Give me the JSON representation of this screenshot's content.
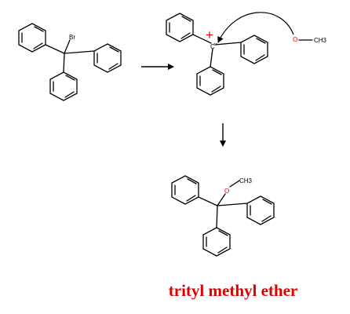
{
  "colors": {
    "bond": "#000000",
    "oxygen": "#e00000",
    "caption": "#e00000",
    "charge": "#e00000"
  },
  "reactant": {
    "leaving_group_label": "Br"
  },
  "intermediate": {
    "charge_symbol": "+",
    "carbon_label": "C",
    "lone_pair_symbol": "..",
    "nucleophile_oxygen": "O",
    "nucleophile_methyl": "CH3"
  },
  "product": {
    "oxygen_label": "O",
    "methyl_label": "CH3"
  },
  "caption": "trityl methyl ether"
}
